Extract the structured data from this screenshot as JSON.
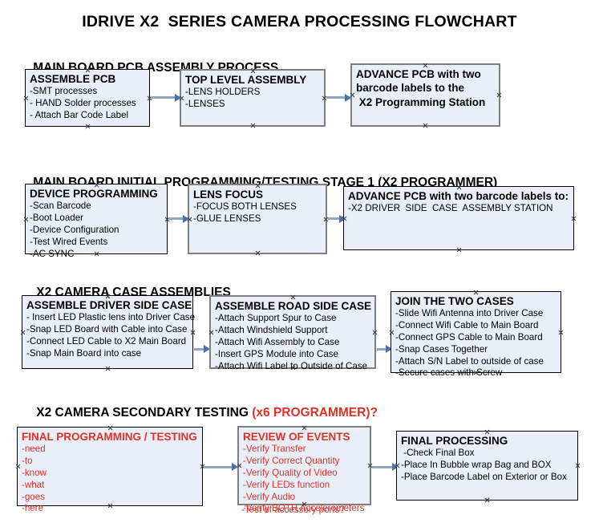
{
  "title": "IDRIVE X2  SERIES CAMERA PROCESSING FLOWCHART",
  "sections": [
    {
      "heading": "MAIN BOARD PCB ASSEMBLY PROCESS",
      "heading_accent": "",
      "boxes": [
        {
          "title": "ASSEMBLE PCB",
          "lines": [
            "-SMT processes",
            "- HAND Solder processes",
            "- Attach Bar Code Label"
          ]
        },
        {
          "title": "TOP LEVEL ASSEMBLY",
          "lines": [
            "-LENS HOLDERS",
            "-LENSES"
          ]
        },
        {
          "title": "ADVANCE PCB with two",
          "lines": [
            "barcode labels to the",
            " X2 Programming Station"
          ]
        }
      ]
    },
    {
      "heading": "MAIN BOARD INITIAL PROGRAMMING/TESTING STAGE 1 (X2 PROGRAMMER)",
      "heading_accent": "",
      "boxes": [
        {
          "title": "DEVICE PROGRAMMING",
          "lines": [
            "-Scan Barcode",
            "-Boot Loader",
            "-Device Configuration",
            "-Test Wired Events",
            "-AC SYNC"
          ]
        },
        {
          "title": "LENS FOCUS",
          "lines": [
            "-FOCUS BOTH LENSES",
            "-GLUE LENSES"
          ]
        },
        {
          "title": "ADVANCE PCB with two barcode labels to:",
          "lines": [
            "-X2 DRIVER  SIDE  CASE  ASSEMBLY STATION"
          ]
        }
      ]
    },
    {
      "heading": "X2 CAMERA CASE ASSEMBLIES",
      "heading_accent": "",
      "boxes": [
        {
          "title": "ASSEMBLE DRIVER SIDE CASE",
          "lines": [
            "- Insert LED Plastic lens into Driver Case",
            "-Snap LED Board with Cable into Case",
            "-Connect LED Cable to X2 Main Board",
            "-Snap Main Board into case"
          ]
        },
        {
          "title": "ASSEMBLE ROAD SIDE CASE",
          "lines": [
            "-Attach Support Spur to Case",
            "-Attach Windshield Support",
            "-Attach Wifi Assembly to Case",
            "-Insert GPS Module into Case",
            "-Attach Wifi Label to Outside of Case"
          ]
        },
        {
          "title": "JOIN THE TWO CASES",
          "lines": [
            "-Slide Wifi Antenna into Driver Case",
            "-Connect Wifi Cable to Main Board",
            "-Connect GPS Cable to Main Board",
            "-Snap Cases Together",
            "-Attach S/N Label to outside of case",
            "-Secure cases with Screw"
          ]
        }
      ]
    },
    {
      "heading": "X2 CAMERA SECONDARY TESTING ",
      "heading_accent": "(x6 PROGRAMMER)?",
      "boxes": [
        {
          "title": "FINAL PROGRAMMING / TESTING",
          "lines": [
            "-need",
            "-to",
            "-know",
            "-what",
            "-goes",
            "-here"
          ]
        },
        {
          "title": "REVIEW OF EVENTS",
          "lines": [
            "-Verify Transfer",
            "-Verify Correct Quantity",
            "-Verify Quality of Video",
            "-Verify LEDs function",
            "-Verify Audio",
            "-Verify BOTH Accelerometers"
          ],
          "overflow_line": "-Test of accessory ports?"
        },
        {
          "title": "FINAL PROCESSING",
          "lines": [
            " -Check Final Box",
            "-Place In Bubble wrap Bag and BOX",
            "-Place Barcode Label on Exterior or Box"
          ]
        }
      ]
    }
  ],
  "colors": {
    "box_fill": "#e9eef8",
    "box_border_thin": "#000000",
    "box_border_thick": "#7f7f7f",
    "accent_red": "#e03127",
    "connector": "#8fa7c2",
    "arrowhead": "#4a72a8"
  }
}
